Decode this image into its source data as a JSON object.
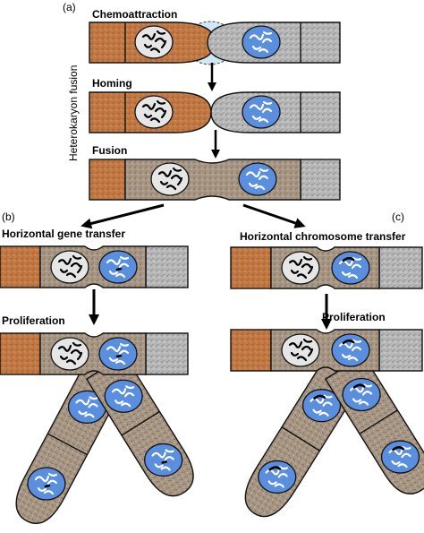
{
  "panels": {
    "a": "(a)",
    "b": "(b)",
    "c": "(c)"
  },
  "side_label": "Heterokaryon fusion",
  "steps": {
    "chemoattraction": "Chemoattraction",
    "homing": "Homing",
    "fusion": "Fusion",
    "hgt": "Horizontal gene transfer",
    "hct": "Horizontal chromosome transfer",
    "prolif_b": "Proliferation",
    "prolif_c": "Proliferation"
  },
  "colors": {
    "brown_cell": "#c47a45",
    "grey_cell": "#b8b8b8",
    "fused_cell": "#a99886",
    "outline": "#111111",
    "white_nucleus": "#e6e6e6",
    "blue_nucleus": "#5a8fe0",
    "signal": "#cfe8f5"
  },
  "icons": [
    "arrow-down-icon",
    "arrow-diagonal-icon"
  ]
}
